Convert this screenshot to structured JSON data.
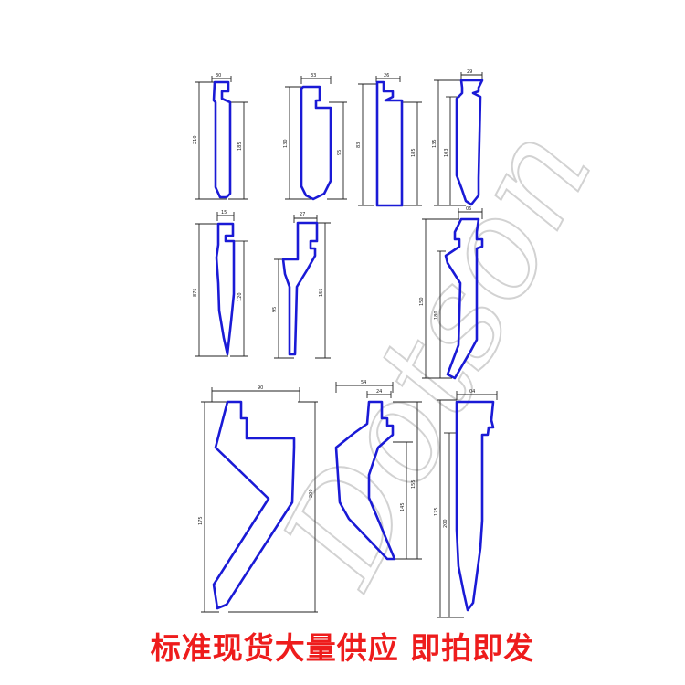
{
  "watermark": "Dotson",
  "caption": "标准现货大量供应  即拍即发",
  "colors": {
    "profile": "#1a1ad6",
    "dimension": "#222222",
    "caption": "#ee1c1c",
    "watermark": "#d2d2d2"
  },
  "tools": [
    {
      "id": 1,
      "top_dim": "30",
      "left_dim": "210",
      "right_dim": "185"
    },
    {
      "id": 2,
      "top_dim": "33",
      "left_dim": "130",
      "right_dim": "95"
    },
    {
      "id": 3,
      "top_dim": "26",
      "left_dim": "83",
      "right_dim": "185"
    },
    {
      "id": 4,
      "top_dim": "29",
      "left_dim": "135",
      "right_dim": "103"
    },
    {
      "id": 5,
      "top_dim": "15",
      "left_dim": "875",
      "right_dim": "120"
    },
    {
      "id": 6,
      "top_dim": "27",
      "left_dim": "95",
      "right_dim": "155"
    },
    {
      "id": 7,
      "top_dim": "06",
      "left_dim": "150",
      "right_dim": "180"
    },
    {
      "id": 8,
      "top_dim": "90",
      "left_dim": "175",
      "right_dim": "200"
    },
    {
      "id": 9,
      "top_dim": "54",
      "top_dim2": "24",
      "left_dim": "145",
      "right_dim": "155"
    },
    {
      "id": 10,
      "top_dim": "04",
      "left_dim": "175",
      "right_dim": "200"
    }
  ]
}
